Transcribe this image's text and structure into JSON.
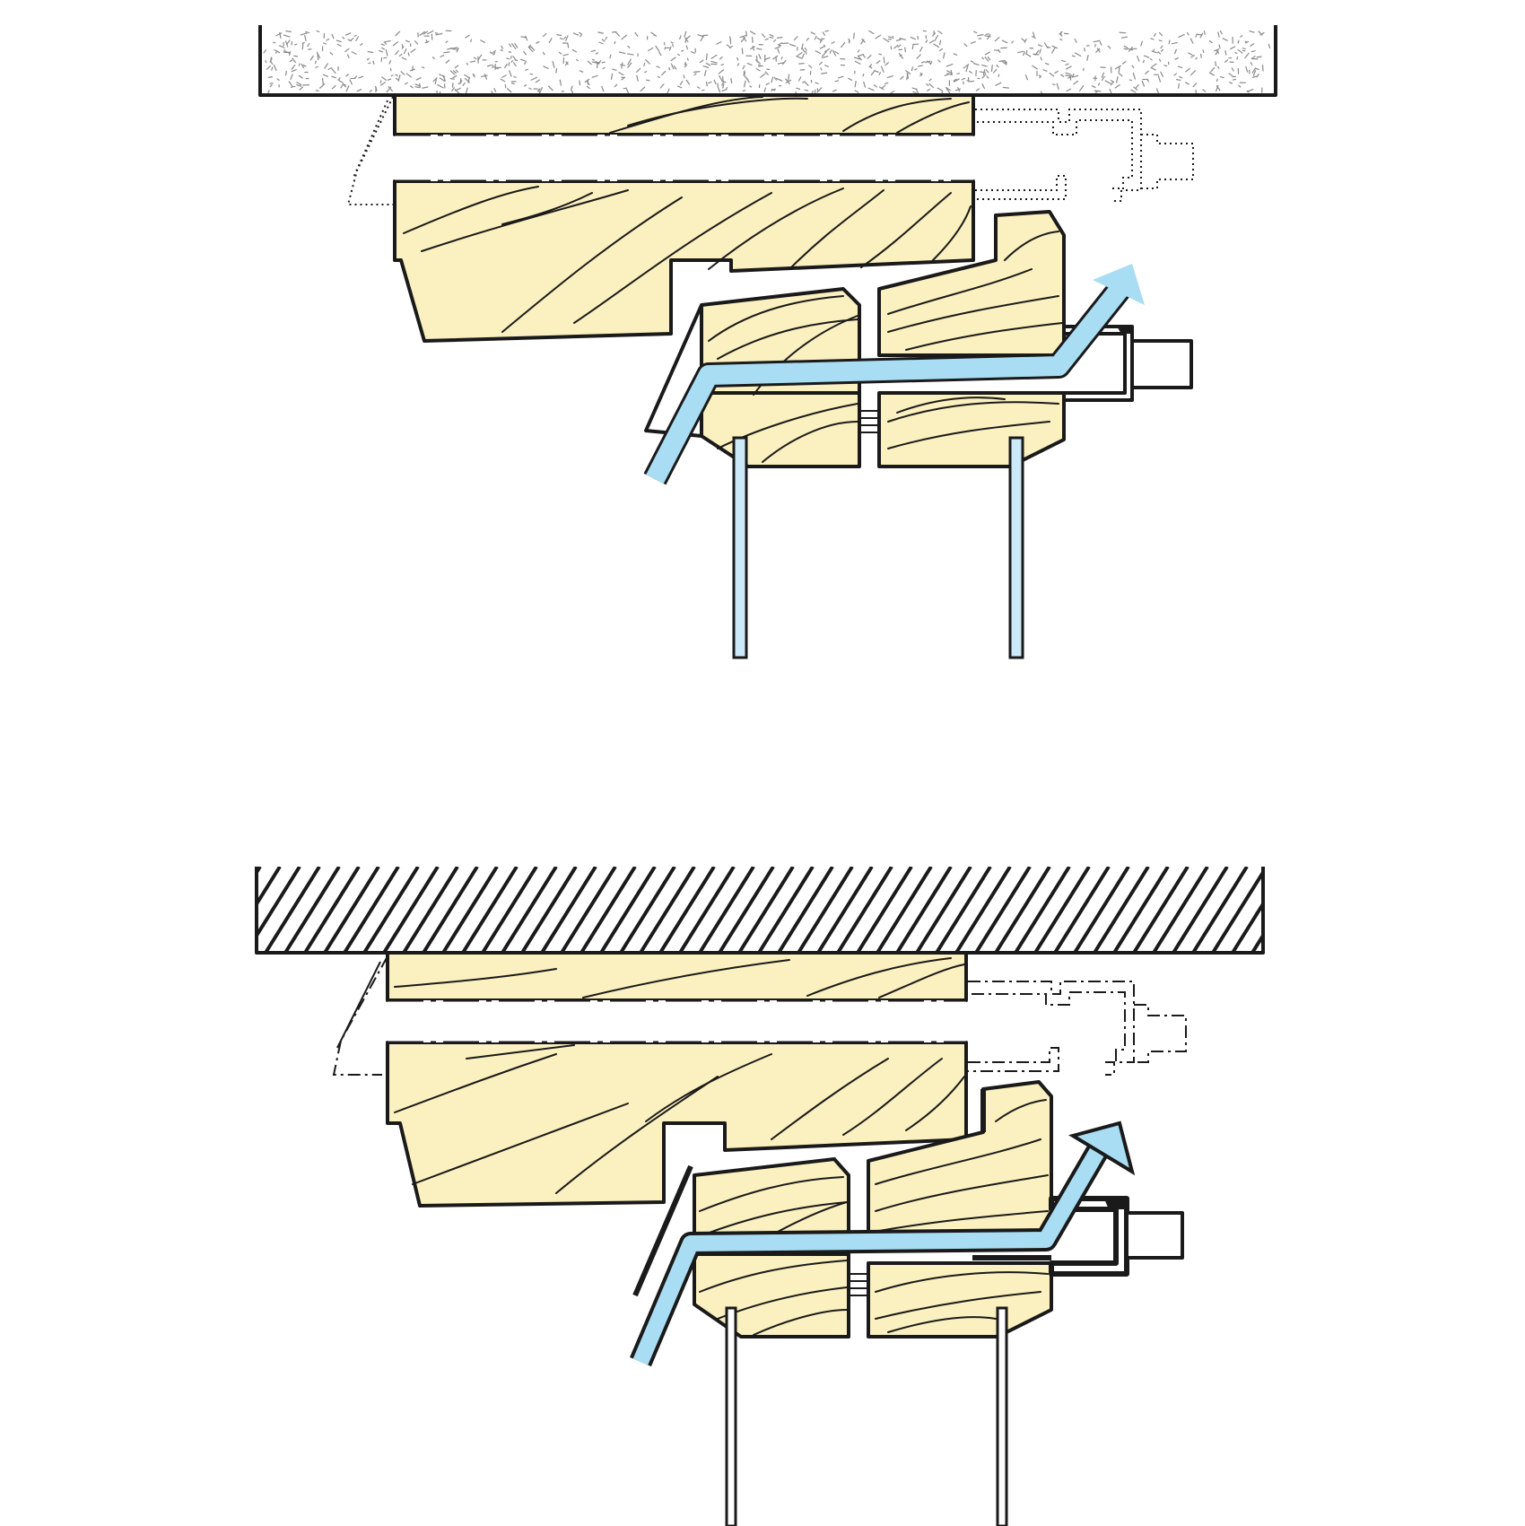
{
  "colors": {
    "wood": "#fbf0bf",
    "airflow": "#a9ddf3",
    "glass": "#cbe9f8",
    "line": "#1a1a1a",
    "plaster_fleck": "#8a8a8a"
  },
  "diagrams": [
    {
      "wall_type": "plaster",
      "airflow_arrow": "up-right",
      "icons": [
        "plaster-wall-icon",
        "window-frame-section-icon",
        "sash-section-icon",
        "glazing-icon",
        "hardware-bracket-icon",
        "airflow-arrow-icon"
      ]
    },
    {
      "wall_type": "hatched",
      "airflow_arrow": "up-right",
      "icons": [
        "hatched-wall-icon",
        "window-frame-section-icon",
        "sash-section-icon",
        "glazing-icon",
        "hardware-bracket-icon",
        "airflow-arrow-icon"
      ]
    }
  ]
}
